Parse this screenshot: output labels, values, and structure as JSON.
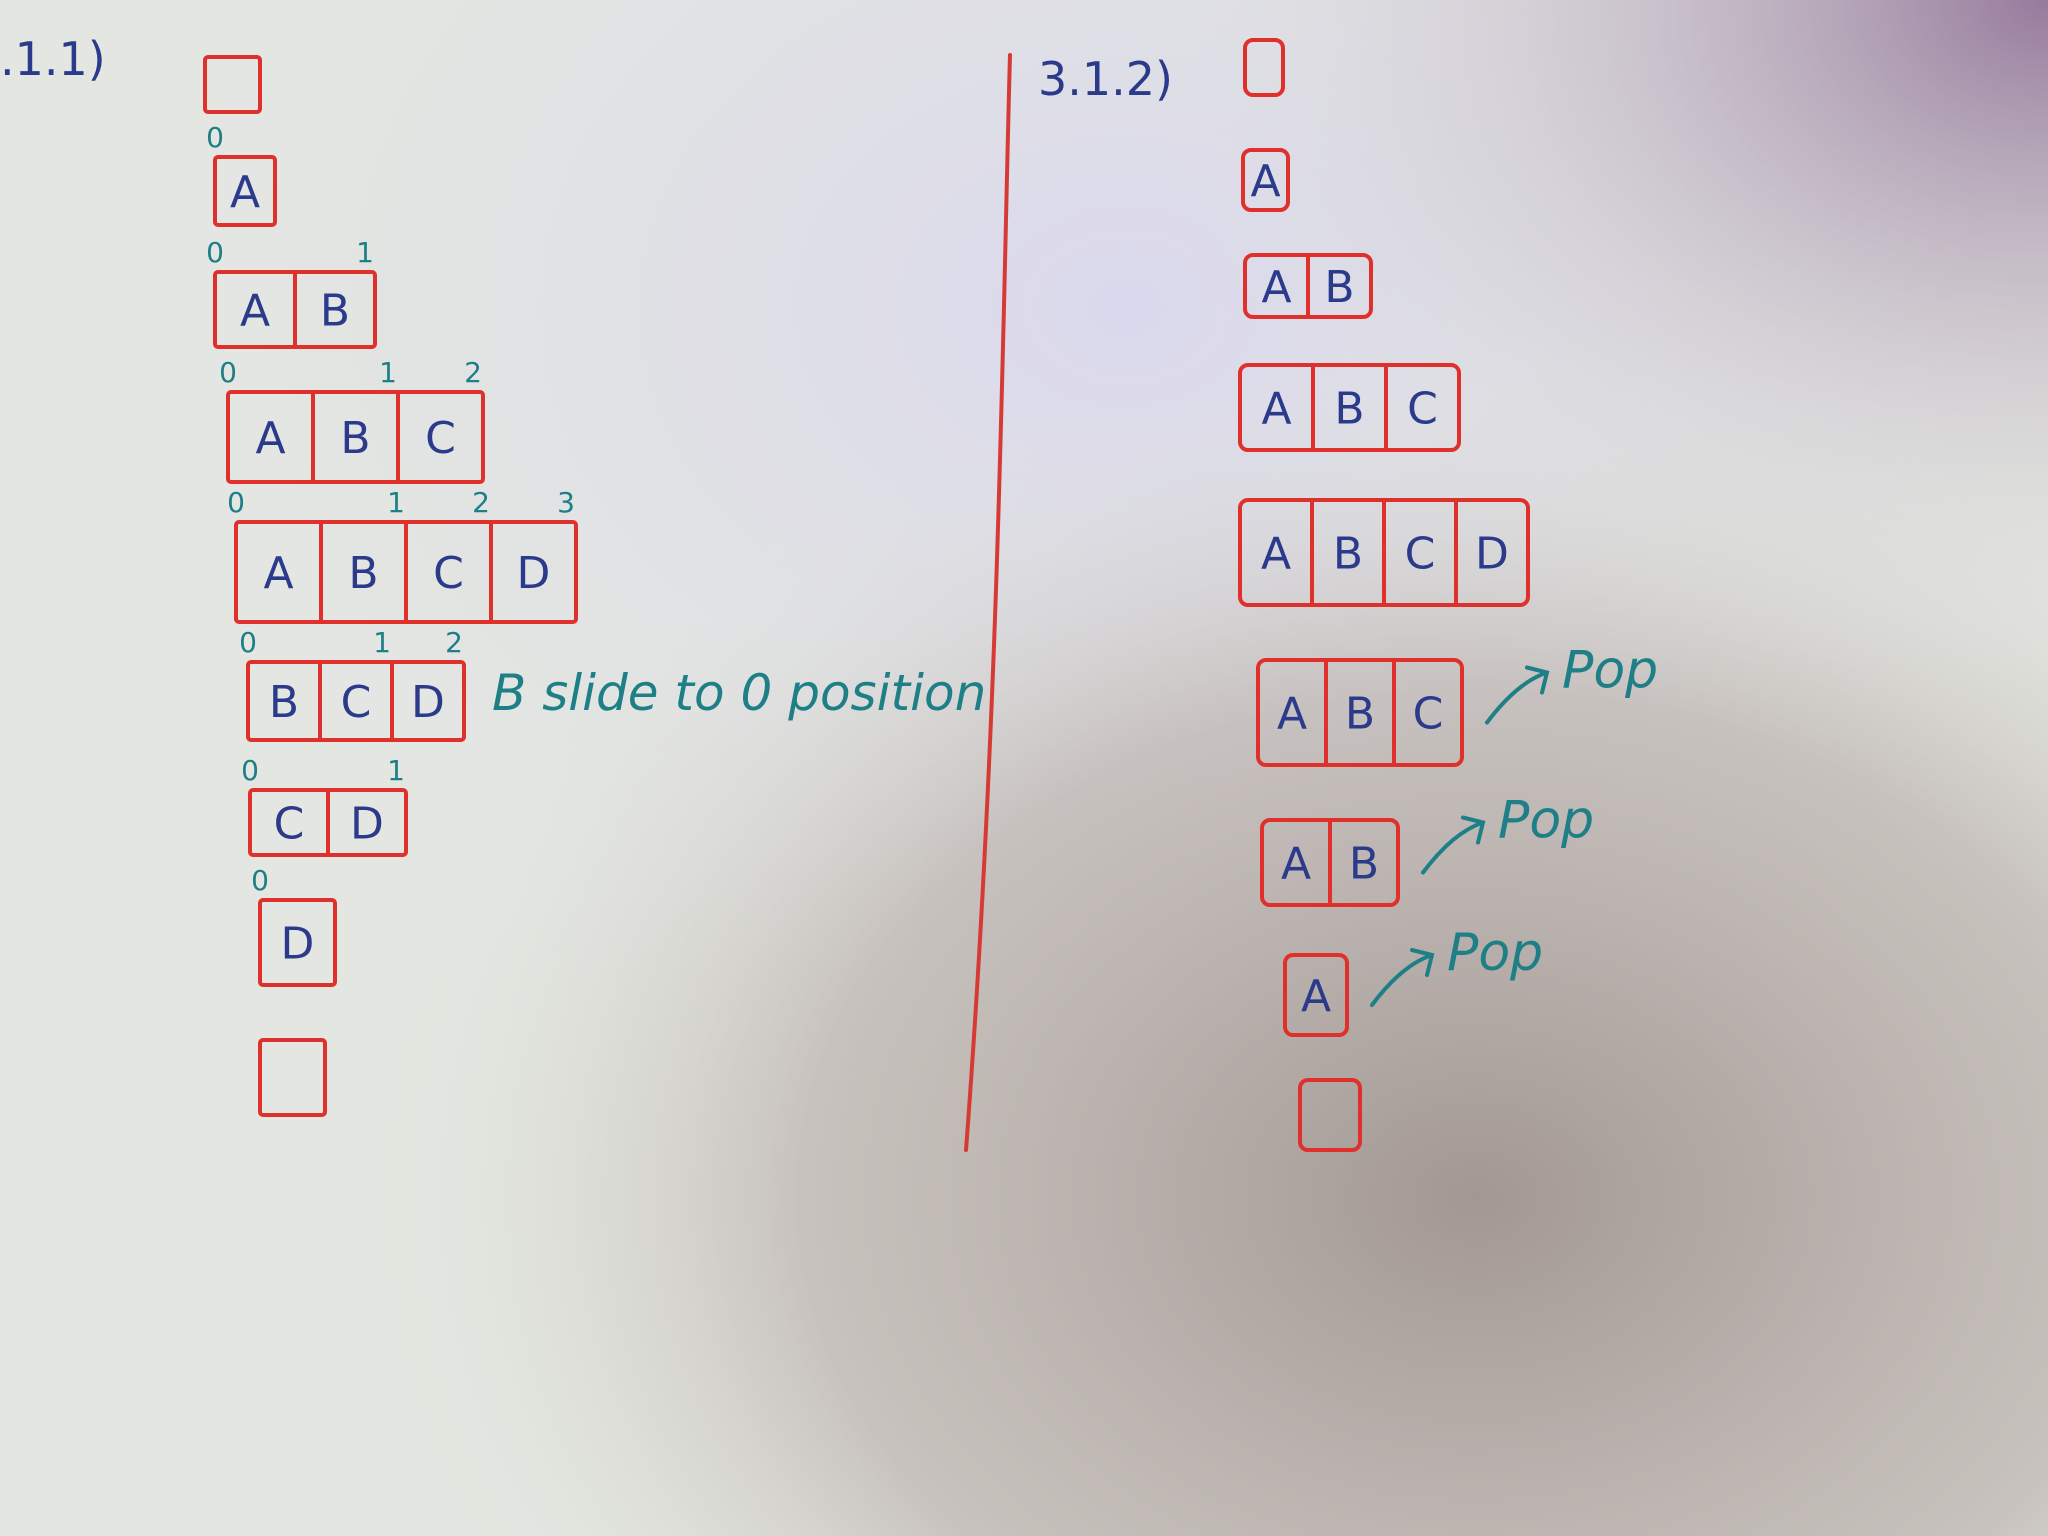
{
  "board": {
    "colors": {
      "paper": "#e3e6e0",
      "paper_shadow": "#a79b97",
      "paper_glare": "#cfcbe4",
      "box_red": "#e0302c",
      "teal_ink": "#1f7f86",
      "navy_ink": "#2b3a8a",
      "divider": "#d63a35"
    }
  },
  "left": {
    "heading": ".1.1)",
    "note": "B slide to 0 position",
    "steps": [
      {
        "cells": [],
        "indices": []
      },
      {
        "cells": [
          "A"
        ],
        "indices": [
          "0"
        ]
      },
      {
        "cells": [
          "A",
          "B"
        ],
        "indices": [
          "0",
          "1"
        ]
      },
      {
        "cells": [
          "A",
          "B",
          "C"
        ],
        "indices": [
          "0",
          "1",
          "2"
        ]
      },
      {
        "cells": [
          "A",
          "B",
          "C",
          "D"
        ],
        "indices": [
          "0",
          "1",
          "2",
          "3"
        ]
      },
      {
        "cells": [
          "B",
          "C",
          "D"
        ],
        "indices": [
          "0",
          "1",
          "2"
        ]
      },
      {
        "cells": [
          "C",
          "D"
        ],
        "indices": [
          "0",
          "1"
        ]
      },
      {
        "cells": [
          "D"
        ],
        "indices": [
          "0"
        ]
      },
      {
        "cells": [],
        "indices": []
      }
    ]
  },
  "right": {
    "heading": "3.1.2)",
    "steps": [
      {
        "cells": [],
        "label": ""
      },
      {
        "cells": [
          "A"
        ],
        "label": ""
      },
      {
        "cells": [
          "A",
          "B"
        ],
        "label": ""
      },
      {
        "cells": [
          "A",
          "B",
          "C"
        ],
        "label": ""
      },
      {
        "cells": [
          "A",
          "B",
          "C",
          "D"
        ],
        "label": ""
      },
      {
        "cells": [
          "A",
          "B",
          "C"
        ],
        "label": "Pop"
      },
      {
        "cells": [
          "A",
          "B"
        ],
        "label": "Pop"
      },
      {
        "cells": [
          "A"
        ],
        "label": "Pop"
      },
      {
        "cells": [],
        "label": ""
      }
    ]
  }
}
